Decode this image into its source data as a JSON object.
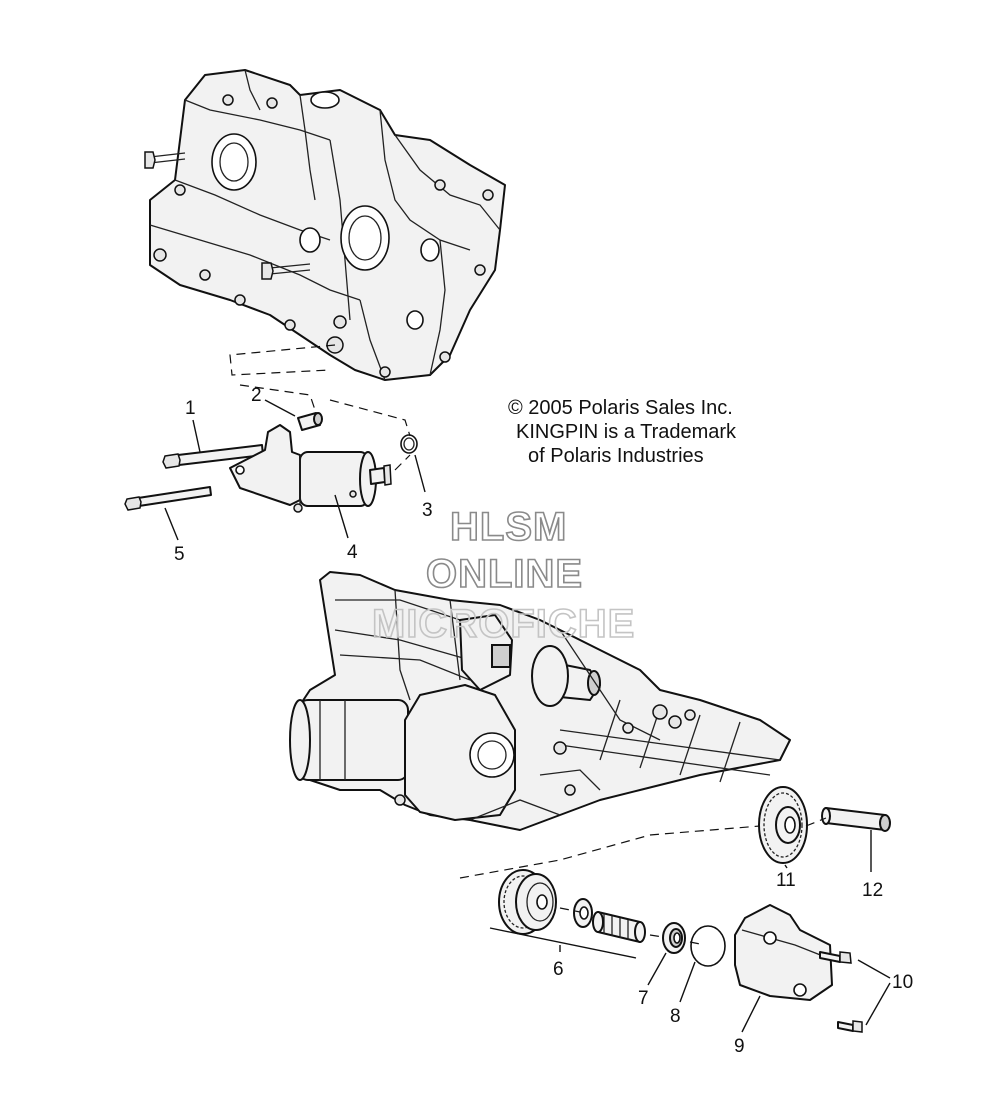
{
  "copyright": {
    "line1": "© 2005 Polaris Sales Inc.",
    "line2": "KINGPIN is a Trademark",
    "line3": "of Polaris Industries"
  },
  "watermark": {
    "line1": "HLSM",
    "line2": "ONLINE",
    "line3": "MICROFICHE"
  },
  "callouts": [
    "1",
    "2",
    "3",
    "4",
    "5",
    "6",
    "7",
    "8",
    "9",
    "10",
    "11",
    "12"
  ],
  "colors": {
    "line": "#111111",
    "watermark": "#8a8a8a",
    "background": "#ffffff"
  }
}
